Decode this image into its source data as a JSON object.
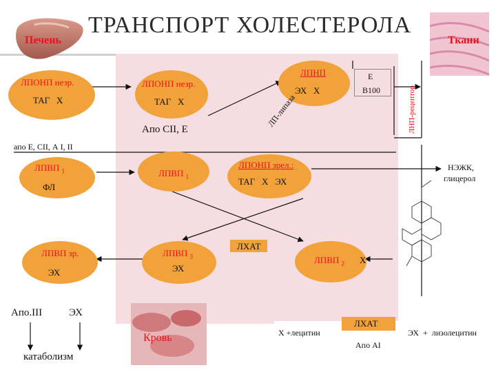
{
  "header": {
    "title": "ТРАНСПОРТ ХОЛЕСТЕРОЛА",
    "liver_label": "Печень",
    "tissue_label": "Ткани"
  },
  "liver": {
    "vldl_oval_label": "ЛПОНП незр.",
    "vldl_contents": "ТАГ   Х",
    "hdl1_oval_label": "ЛПВП",
    "hdl1_sub": "1",
    "hdl1_contents": "ФЛ",
    "hdl_mature_label": "ЛПВП зр.",
    "hdl_mature_contents": "ЭХ",
    "apo_text": "апо Е, СII, А I, II",
    "apo_iii": "Апо.III",
    "ex_after": "ЭХ",
    "catabolism": "катаболизм"
  },
  "blood": {
    "vldl_oval_label": "ЛПОНП незр.",
    "vldl_contents": "ТАГ   Х",
    "apo_cii_e": "Апо CII, E",
    "ldl_label": "ЛПНП",
    "ldl_contents": "ЭХ   Х",
    "lipase_label": "ЛП-липаза",
    "hdl1_label": "ЛПВП",
    "hdl1_sub": "1",
    "vldl_mature_label": "ЛПОНП зрел.:",
    "vldl_mature_contents": "ТАГ   Х   ЭХ",
    "hdl3_label": "ЛПВП",
    "hdl3_sub": "3",
    "hdl3_contents": "ЭХ",
    "lcat_label": "ЛХАТ",
    "hdl2_label": "ЛПВП",
    "hdl2_sub": "2",
    "hdl2_x": "Х",
    "blood_label": "Кровь"
  },
  "tissues": {
    "e_label": "E",
    "b100_label": "B100",
    "receptor_label": "ЛНП-рецептор",
    "nefa_label": "НЭЖК,",
    "glycerol_label": "глицерол"
  },
  "reaction": {
    "left": "Х +лецитин",
    "enzyme": "ЛХАТ",
    "cofactor": "Апо АI",
    "right": "ЭХ  +  лизолецитин"
  }
}
